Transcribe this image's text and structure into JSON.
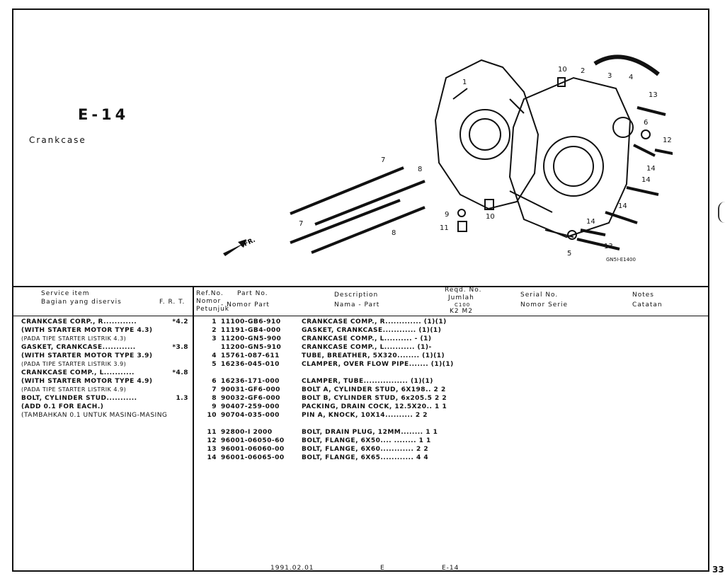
{
  "page": {
    "code": "E-14",
    "title": "Crankcase",
    "diagram_code": "GN5I-E1400",
    "side_number": "33"
  },
  "diagram": {
    "fr_label": "FR.",
    "callouts": [
      "1",
      "2",
      "3",
      "4",
      "5",
      "6",
      "7",
      "7",
      "8",
      "8",
      "9",
      "10",
      "10",
      "11",
      "12",
      "13",
      "13",
      "14",
      "14",
      "14",
      "14"
    ]
  },
  "header": {
    "service_item": "Service item",
    "service_item_id": "Bagian yang diservis",
    "frt": "F. R. T.",
    "refno": "Ref.No.",
    "refno_id1": "Nomor",
    "refno_id2": "Petunjuk",
    "partno": "Part No.",
    "partno_id": "- Nomor Part",
    "description": "Description",
    "description_id": "Nama - Part",
    "reqd": "Reqd. No.",
    "reqd_id": "Jumlah",
    "models_top": "C100",
    "models": "K2 M2",
    "serial": "Serial No.",
    "serial_id": "Nomor Serie",
    "notes": "Notes",
    "notes_id": "Catatan"
  },
  "service_items": [
    {
      "text": "CRANKCASE CORP., R............",
      "frt": "*4.2"
    },
    {
      "text": "(WITH STARTER MOTOR TYPE 4.3)",
      "frt": ""
    },
    {
      "text": "(PADA TIPE STARTER LISTRIK 4.3)",
      "frt": "",
      "sub": true
    },
    {
      "text": "GASKET, CRANKCASE............",
      "frt": "*3.8"
    },
    {
      "text": "(WITH STARTER MOTOR TYPE 3.9)",
      "frt": ""
    },
    {
      "text": "(PADA TIPE STARTER LISTRIK 3.9)",
      "frt": "",
      "sub": true
    },
    {
      "text": "CRANKCASE COMP., L...........",
      "frt": "*4.8"
    },
    {
      "text": "(WITH STARTER MOTOR TYPE 4.9)",
      "frt": ""
    },
    {
      "text": "(PADA TIPE STARTER LISTRIK 4.9)",
      "frt": "",
      "sub": true
    },
    {
      "text": "BOLT, CYLINDER STUD...........",
      "frt": "1.3"
    },
    {
      "text": "(ADD 0.1 FOR EACH.)",
      "frt": ""
    },
    {
      "text": "(TAMBAHKAN 0.1 UNTUK MASING-MASING",
      "frt": ""
    }
  ],
  "parts_group1": [
    {
      "ref": "1",
      "pn": "11100-GB6-910",
      "desc": "CRANKCASE COMP., R............. (1)(1)"
    },
    {
      "ref": "2",
      "pn": "11191-GB4-000",
      "desc": "GASKET, CRANKCASE............ (1)(1)"
    },
    {
      "ref": "3",
      "pn": "11200-GN5-900",
      "desc": "CRANKCASE COMP., L.......... - (1)"
    },
    {
      "ref": "",
      "pn": "11200-GN5-910",
      "desc": "CRANKCASE COMP., L........... (1)-"
    },
    {
      "ref": "4",
      "pn": "15761-087-611",
      "desc": "TUBE, BREATHER, 5X320........ (1)(1)"
    },
    {
      "ref": "5",
      "pn": "16236-045-010",
      "desc": "CLAMPER, OVER FLOW PIPE....... (1)(1)"
    }
  ],
  "parts_group2": [
    {
      "ref": "6",
      "pn": "16236-171-000",
      "desc": "CLAMPER, TUBE................ (1)(1)"
    },
    {
      "ref": "7",
      "pn": "90031-GF6-000",
      "desc": "BOLT A, CYLINDER STUD, 6X198.. 2 2"
    },
    {
      "ref": "8",
      "pn": "90032-GF6-000",
      "desc": "BOLT B, CYLINDER STUD, 6x205.5 2 2"
    },
    {
      "ref": "9",
      "pn": "90407-259-000",
      "desc": "PACKING, DRAIN COCK, 12.5X20.. 1 1"
    },
    {
      "ref": "10",
      "pn": "90704-035-000",
      "desc": "PIN A, KNOCK, 10X14.......... 2 2"
    }
  ],
  "parts_group3": [
    {
      "ref": "11",
      "pn": "92800-I 2000",
      "desc": "BOLT, DRAIN PLUG, 12MM........ 1 1"
    },
    {
      "ref": "12",
      "pn": "96001-06050-60",
      "desc": "BOLT, FLANGE, 6X50.... ........ 1 1"
    },
    {
      "ref": "13",
      "pn": "96001-06060-00",
      "desc": "BOLT, FLANGE, 6X60............ 2 2"
    },
    {
      "ref": "14",
      "pn": "96001-06065-00",
      "desc": "BOLT, FLANGE, 6X65............ 4 4"
    }
  ],
  "footer": {
    "date": "1991.02.01",
    "lang": "E",
    "page": "E-14"
  }
}
